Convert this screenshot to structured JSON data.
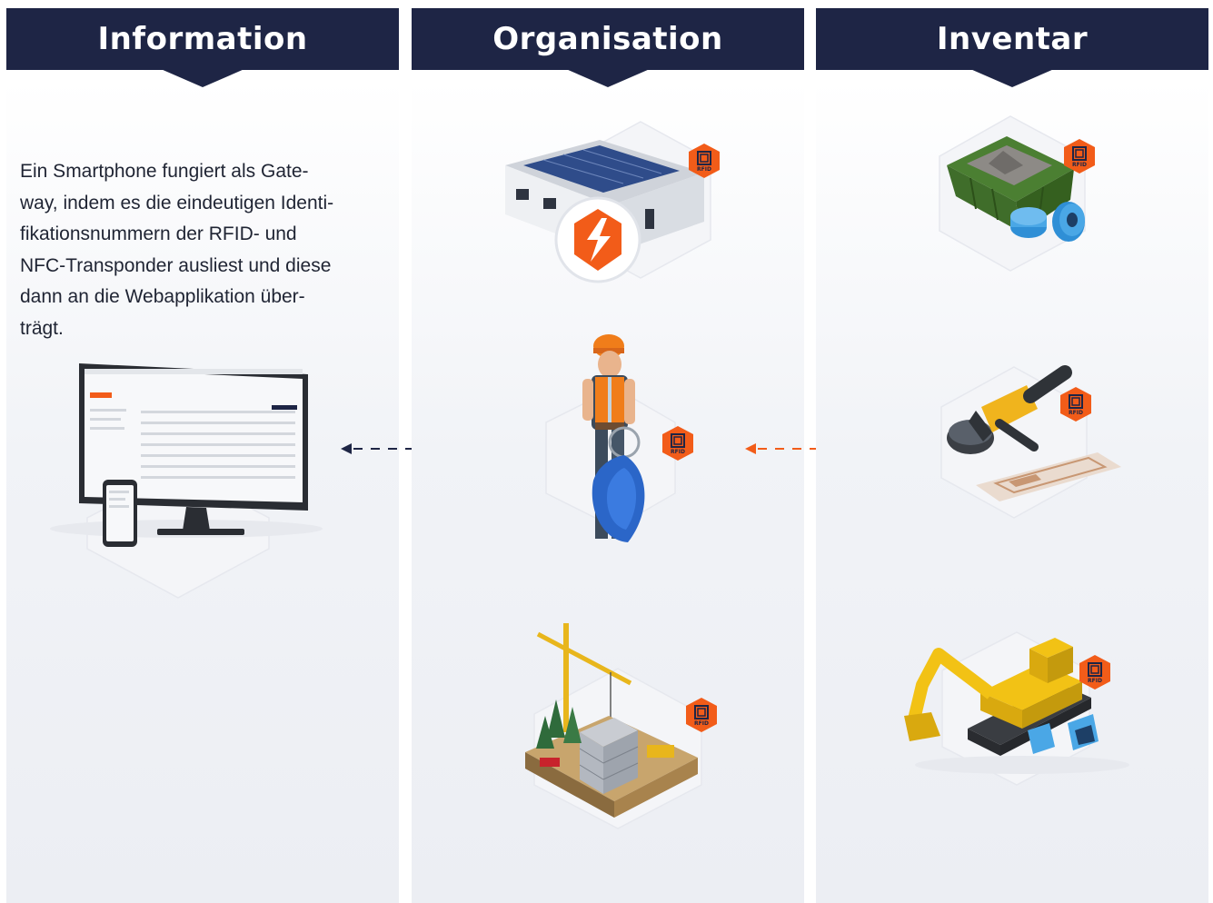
{
  "columns": [
    {
      "title": "Information"
    },
    {
      "title": "Organisation"
    },
    {
      "title": "Inventar"
    }
  ],
  "information": {
    "description_lines": [
      "Ein Smartphone fungiert als Gate-",
      "way, indem es die eindeutigen Identi-",
      "fikationsnummern der RFID- und",
      "NFC-Transponder ausliest und diese",
      "dann an die Webapplikation über-",
      "trägt."
    ]
  },
  "badges": {
    "rfid_label": "RFID"
  },
  "colors": {
    "header_navy": "#1e2545",
    "accent_orange": "#f25c19",
    "arrow_navy": "#1e2545",
    "arrow_orange": "#f25c19"
  },
  "icons": {
    "information": [
      "monitor-icon",
      "smartphone-icon"
    ],
    "organisation": [
      "warehouse-icon",
      "app-logo-icon",
      "worker-icon",
      "keyfob-icon",
      "construction-site-icon",
      "crane-icon"
    ],
    "inventar": [
      "skip-container-icon",
      "rfid-tag-icon",
      "angle-grinder-icon",
      "rfid-label-icon",
      "excavator-icon"
    ]
  }
}
